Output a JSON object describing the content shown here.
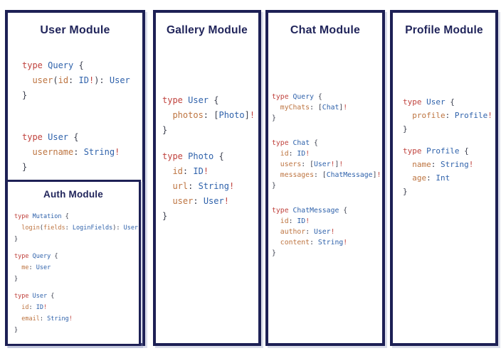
{
  "colors": {
    "border": "#1d2055",
    "title": "#21255b",
    "k": "#c0433e",
    "t": "#2f62ab",
    "f": "#bd7440",
    "p": "#3b3f4e",
    "b": "#c0433e"
  },
  "panels": [
    {
      "id": "user",
      "title": "User Module",
      "blocks": [
        {
          "lines": [
            [
              [
                "k",
                "type "
              ],
              [
                "t",
                "Query "
              ],
              [
                "p",
                "{"
              ]
            ],
            [
              [
                "f",
                "  user"
              ],
              [
                "p",
                "("
              ],
              [
                "f",
                "id"
              ],
              [
                "p",
                ": "
              ],
              [
                "t",
                "ID"
              ],
              [
                "b",
                "!"
              ],
              [
                "p",
                "): "
              ],
              [
                "t",
                "User"
              ]
            ],
            [
              [
                "p",
                "}"
              ]
            ]
          ]
        },
        {
          "lines": [
            [
              [
                "k",
                "type "
              ],
              [
                "t",
                "User "
              ],
              [
                "p",
                "{"
              ]
            ],
            [
              [
                "f",
                "  username"
              ],
              [
                "p",
                ": "
              ],
              [
                "t",
                "String"
              ],
              [
                "b",
                "!"
              ]
            ],
            [
              [
                "p",
                "}"
              ]
            ]
          ]
        }
      ]
    },
    {
      "id": "gallery",
      "title": "Gallery Module",
      "blocks": [
        {
          "lines": [
            [
              [
                "k",
                "type "
              ],
              [
                "t",
                "User "
              ],
              [
                "p",
                "{"
              ]
            ],
            [
              [
                "f",
                "  photos"
              ],
              [
                "p",
                ": ["
              ],
              [
                "t",
                "Photo"
              ],
              [
                "p",
                "]"
              ],
              [
                "b",
                "!"
              ]
            ],
            [
              [
                "p",
                "}"
              ]
            ]
          ]
        },
        {
          "lines": [
            [
              [
                "k",
                "type "
              ],
              [
                "t",
                "Photo "
              ],
              [
                "p",
                "{"
              ]
            ],
            [
              [
                "f",
                "  id"
              ],
              [
                "p",
                ": "
              ],
              [
                "t",
                "ID"
              ],
              [
                "b",
                "!"
              ]
            ],
            [
              [
                "f",
                "  url"
              ],
              [
                "p",
                ": "
              ],
              [
                "t",
                "String"
              ],
              [
                "b",
                "!"
              ]
            ],
            [
              [
                "f",
                "  user"
              ],
              [
                "p",
                ": "
              ],
              [
                "t",
                "User"
              ],
              [
                "b",
                "!"
              ]
            ],
            [
              [
                "p",
                "}"
              ]
            ]
          ]
        }
      ]
    },
    {
      "id": "chat",
      "title": "Chat Module",
      "blocks": [
        {
          "lines": [
            [
              [
                "k",
                "type "
              ],
              [
                "t",
                "Query "
              ],
              [
                "p",
                "{"
              ]
            ],
            [
              [
                "f",
                "  myChats"
              ],
              [
                "p",
                ": ["
              ],
              [
                "t",
                "Chat"
              ],
              [
                "p",
                "]"
              ],
              [
                "b",
                "!"
              ]
            ],
            [
              [
                "p",
                "}"
              ]
            ]
          ]
        },
        {
          "lines": [
            [
              [
                "k",
                "type "
              ],
              [
                "t",
                "Chat "
              ],
              [
                "p",
                "{"
              ]
            ],
            [
              [
                "f",
                "  id"
              ],
              [
                "p",
                ": "
              ],
              [
                "t",
                "ID"
              ],
              [
                "b",
                "!"
              ]
            ],
            [
              [
                "f",
                "  users"
              ],
              [
                "p",
                ": ["
              ],
              [
                "t",
                "User"
              ],
              [
                "b",
                "!"
              ],
              [
                "p",
                "]"
              ],
              [
                "b",
                "!"
              ]
            ],
            [
              [
                "f",
                "  messages"
              ],
              [
                "p",
                ": ["
              ],
              [
                "t",
                "ChatMessage"
              ],
              [
                "p",
                "]"
              ],
              [
                "b",
                "!"
              ]
            ],
            [
              [
                "p",
                "}"
              ]
            ]
          ]
        },
        {
          "lines": [
            [
              [
                "k",
                "type "
              ],
              [
                "t",
                "ChatMessage "
              ],
              [
                "p",
                "{"
              ]
            ],
            [
              [
                "f",
                "  id"
              ],
              [
                "p",
                ": "
              ],
              [
                "t",
                "ID"
              ],
              [
                "b",
                "!"
              ]
            ],
            [
              [
                "f",
                "  author"
              ],
              [
                "p",
                ": "
              ],
              [
                "t",
                "User"
              ],
              [
                "b",
                "!"
              ]
            ],
            [
              [
                "f",
                "  content"
              ],
              [
                "p",
                ": "
              ],
              [
                "t",
                "String"
              ],
              [
                "b",
                "!"
              ]
            ],
            [
              [
                "p",
                "}"
              ]
            ]
          ]
        }
      ]
    },
    {
      "id": "profile",
      "title": "Profile Module",
      "blocks": [
        {
          "lines": [
            [
              [
                "k",
                "type "
              ],
              [
                "t",
                "User "
              ],
              [
                "p",
                "{"
              ]
            ],
            [
              [
                "f",
                "  profile"
              ],
              [
                "p",
                ": "
              ],
              [
                "t",
                "Profile"
              ],
              [
                "b",
                "!"
              ]
            ],
            [
              [
                "p",
                "}"
              ]
            ]
          ]
        },
        {
          "lines": [
            [
              [
                "k",
                "type "
              ],
              [
                "t",
                "Profile "
              ],
              [
                "p",
                "{"
              ]
            ],
            [
              [
                "f",
                "  name"
              ],
              [
                "p",
                ": "
              ],
              [
                "t",
                "String"
              ],
              [
                "b",
                "!"
              ]
            ],
            [
              [
                "f",
                "  age"
              ],
              [
                "p",
                ": "
              ],
              [
                "t",
                "Int"
              ]
            ],
            [
              [
                "p",
                "}"
              ]
            ]
          ]
        }
      ]
    },
    {
      "id": "auth",
      "title": "Auth Module",
      "blocks": [
        {
          "lines": [
            [
              [
                "k",
                "type "
              ],
              [
                "t",
                "Mutation "
              ],
              [
                "p",
                "{"
              ]
            ],
            [
              [
                "f",
                "  login"
              ],
              [
                "p",
                "("
              ],
              [
                "f",
                "fields"
              ],
              [
                "p",
                ": "
              ],
              [
                "t",
                "LoginFields"
              ],
              [
                "p",
                "): "
              ],
              [
                "t",
                "User"
              ]
            ],
            [
              [
                "p",
                "}"
              ]
            ]
          ]
        },
        {
          "lines": [
            [
              [
                "k",
                "type "
              ],
              [
                "t",
                "Query "
              ],
              [
                "p",
                "{"
              ]
            ],
            [
              [
                "f",
                "  me"
              ],
              [
                "p",
                ": "
              ],
              [
                "t",
                "User"
              ]
            ],
            [
              [
                "p",
                "}"
              ]
            ]
          ]
        },
        {
          "lines": [
            [
              [
                "k",
                "type "
              ],
              [
                "t",
                "User "
              ],
              [
                "p",
                "{"
              ]
            ],
            [
              [
                "f",
                "  id"
              ],
              [
                "p",
                ": "
              ],
              [
                "t",
                "ID"
              ],
              [
                "b",
                "!"
              ]
            ],
            [
              [
                "f",
                "  email"
              ],
              [
                "p",
                ": "
              ],
              [
                "t",
                "String"
              ],
              [
                "b",
                "!"
              ]
            ],
            [
              [
                "p",
                "}"
              ]
            ]
          ]
        }
      ]
    }
  ]
}
